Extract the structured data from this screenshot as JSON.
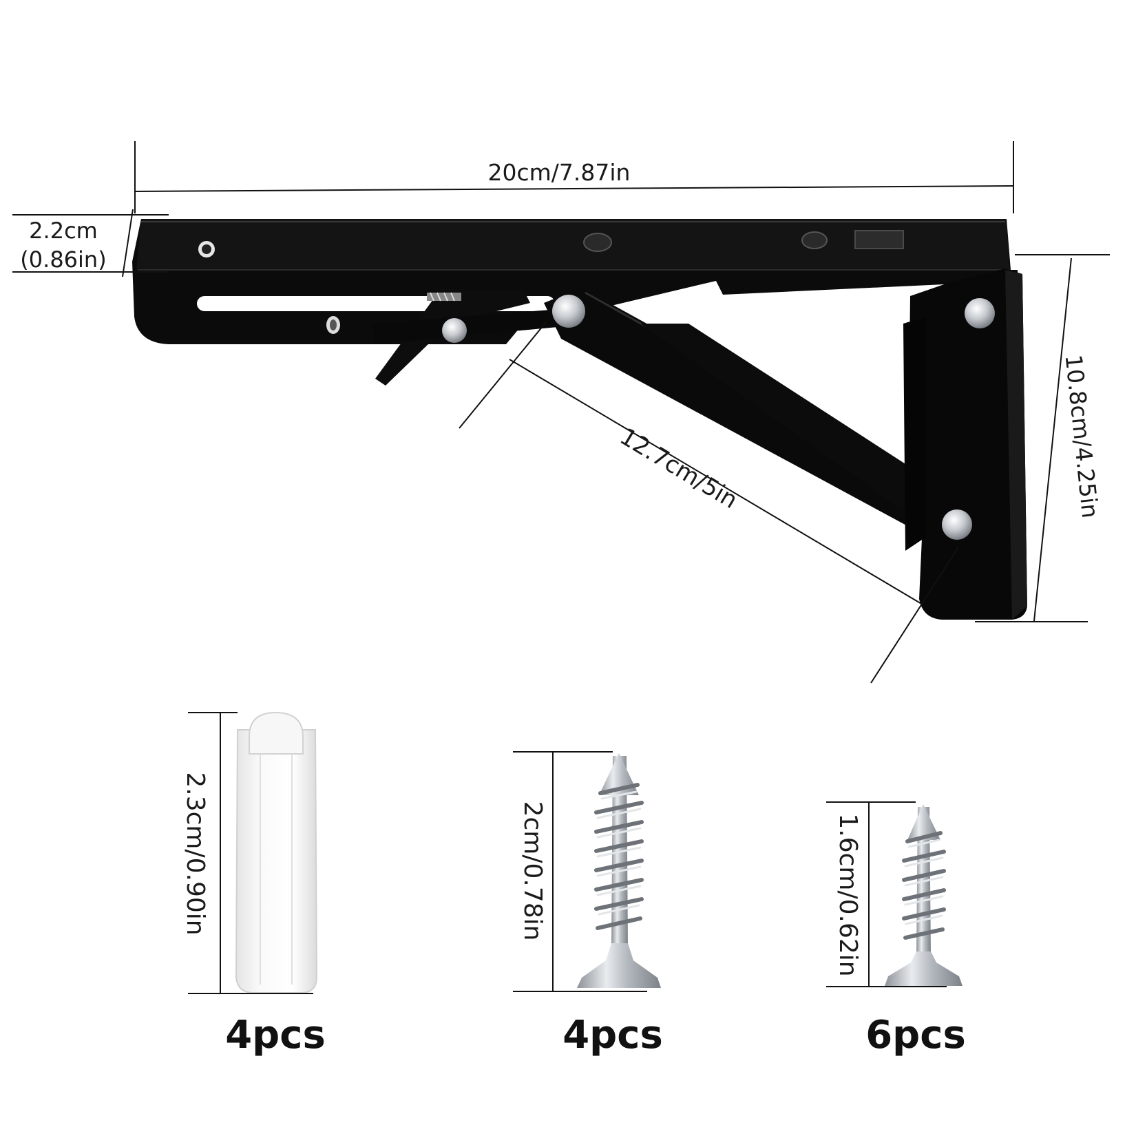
{
  "bracket": {
    "length_label": "20cm/7.87in",
    "thickness_label_cm": "2.2cm",
    "thickness_label_in": "(0.86in)",
    "height_label": "10.8cm/4.25in",
    "brace_label": "12.7cm/5in"
  },
  "anchor": {
    "size_label": "2.3cm/0.90in",
    "quantity": "4pcs"
  },
  "large_screw": {
    "size_label": "2cm/0.78in",
    "quantity": "4pcs"
  },
  "small_screw": {
    "size_label": "1.6cm/0.62in",
    "quantity": "6pcs"
  },
  "colors": {
    "bracket": "#0a0a0a",
    "metal": "#b8bcc2",
    "anchor": "#f2f2f2",
    "dimension_line": "#111111"
  }
}
